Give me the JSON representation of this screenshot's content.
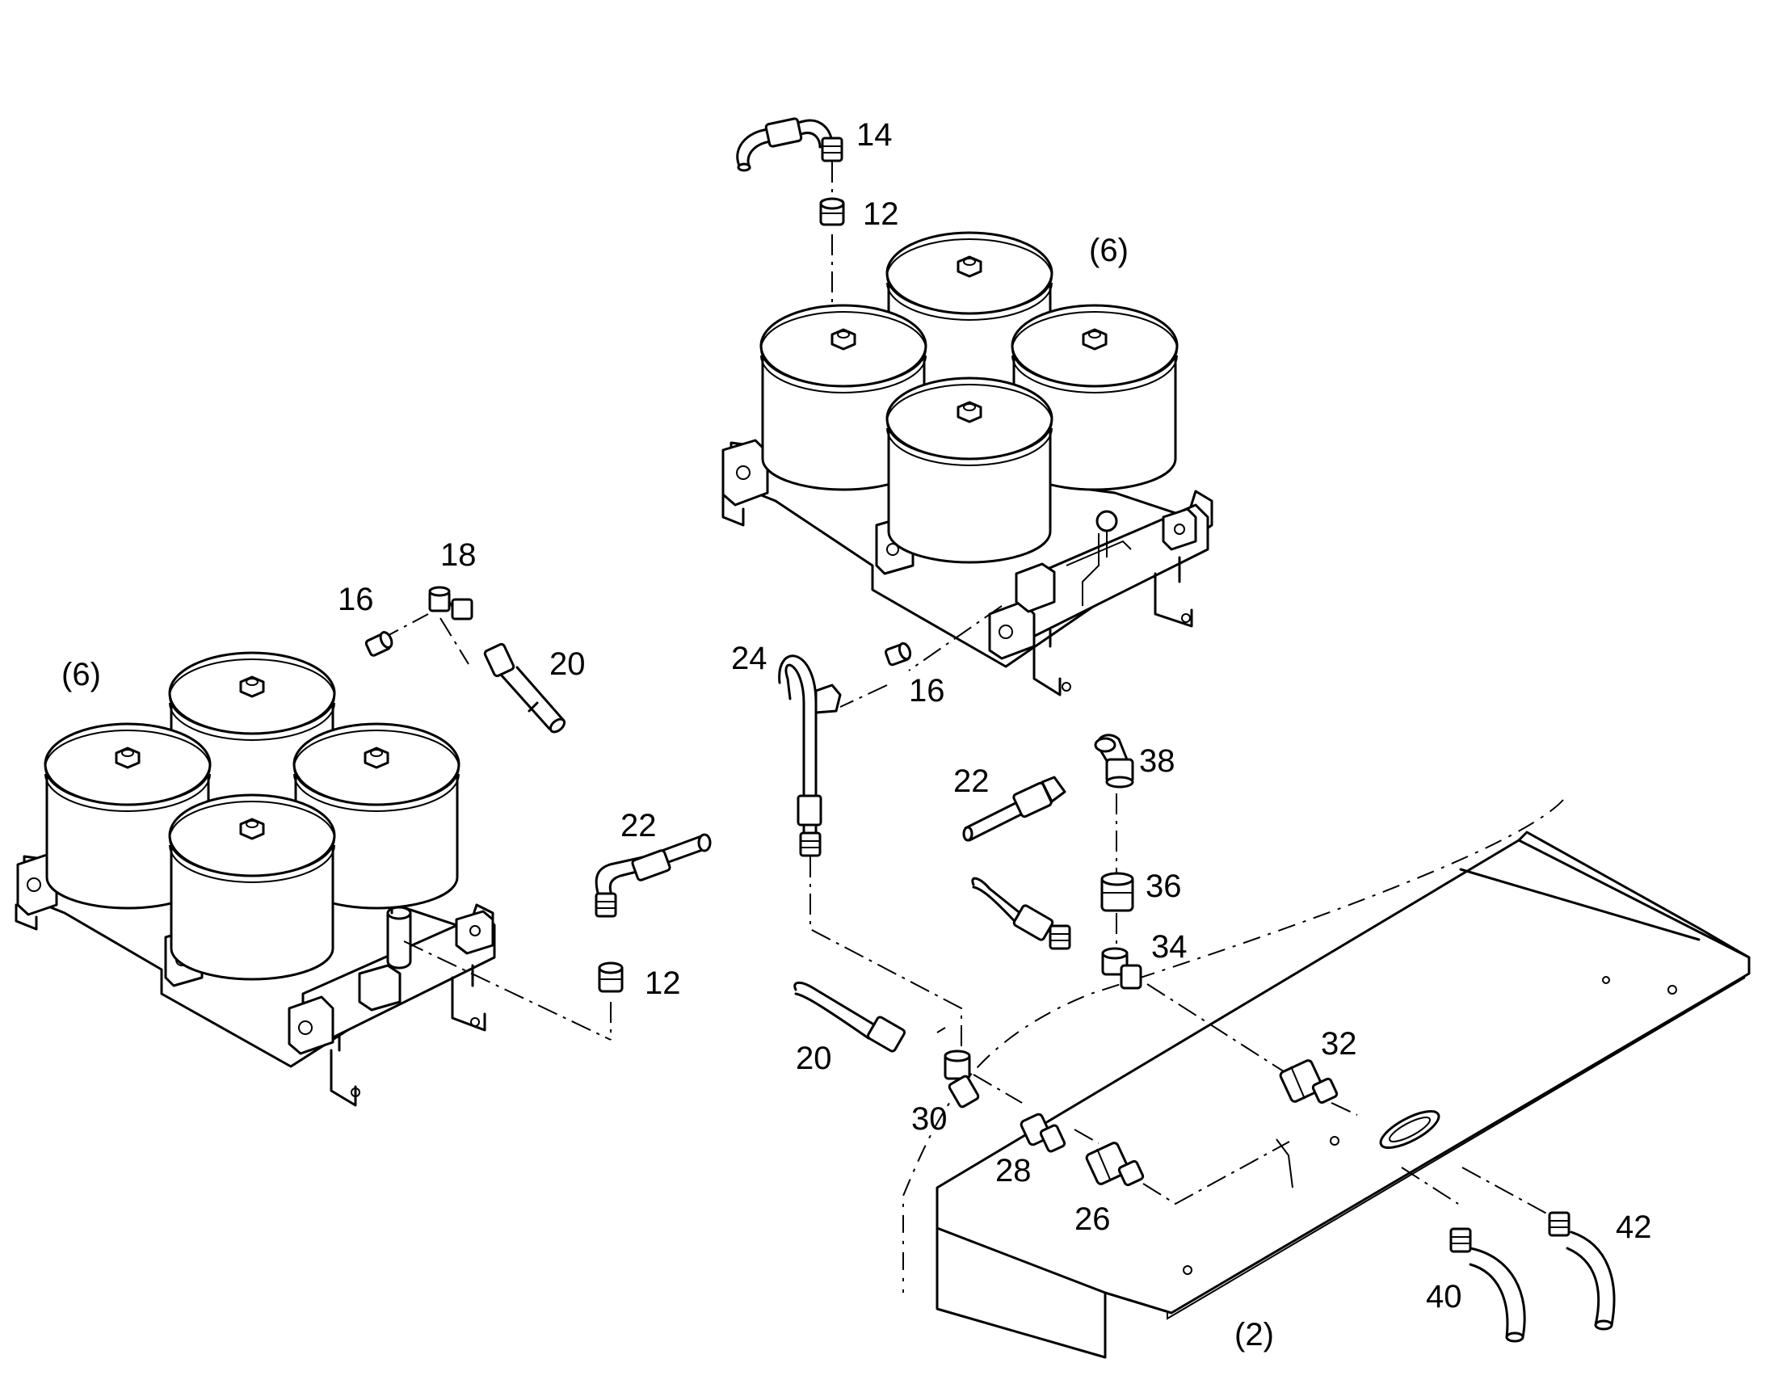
{
  "labels": {
    "l14": "14",
    "l12_top": "12",
    "l6_top": "(6)",
    "l18": "18",
    "l16_left": "16",
    "l20_left": "20",
    "l6_left": "(6)",
    "l24": "24",
    "l16_mid": "16",
    "l22_right": "22",
    "l38": "38",
    "l22_left": "22",
    "l36": "36",
    "l34": "34",
    "l12_left": "12",
    "l32": "32",
    "l20_mid": "20",
    "l30": "30",
    "l28": "28",
    "l26": "26",
    "l42": "42",
    "l40": "40",
    "l2": "(2)"
  }
}
